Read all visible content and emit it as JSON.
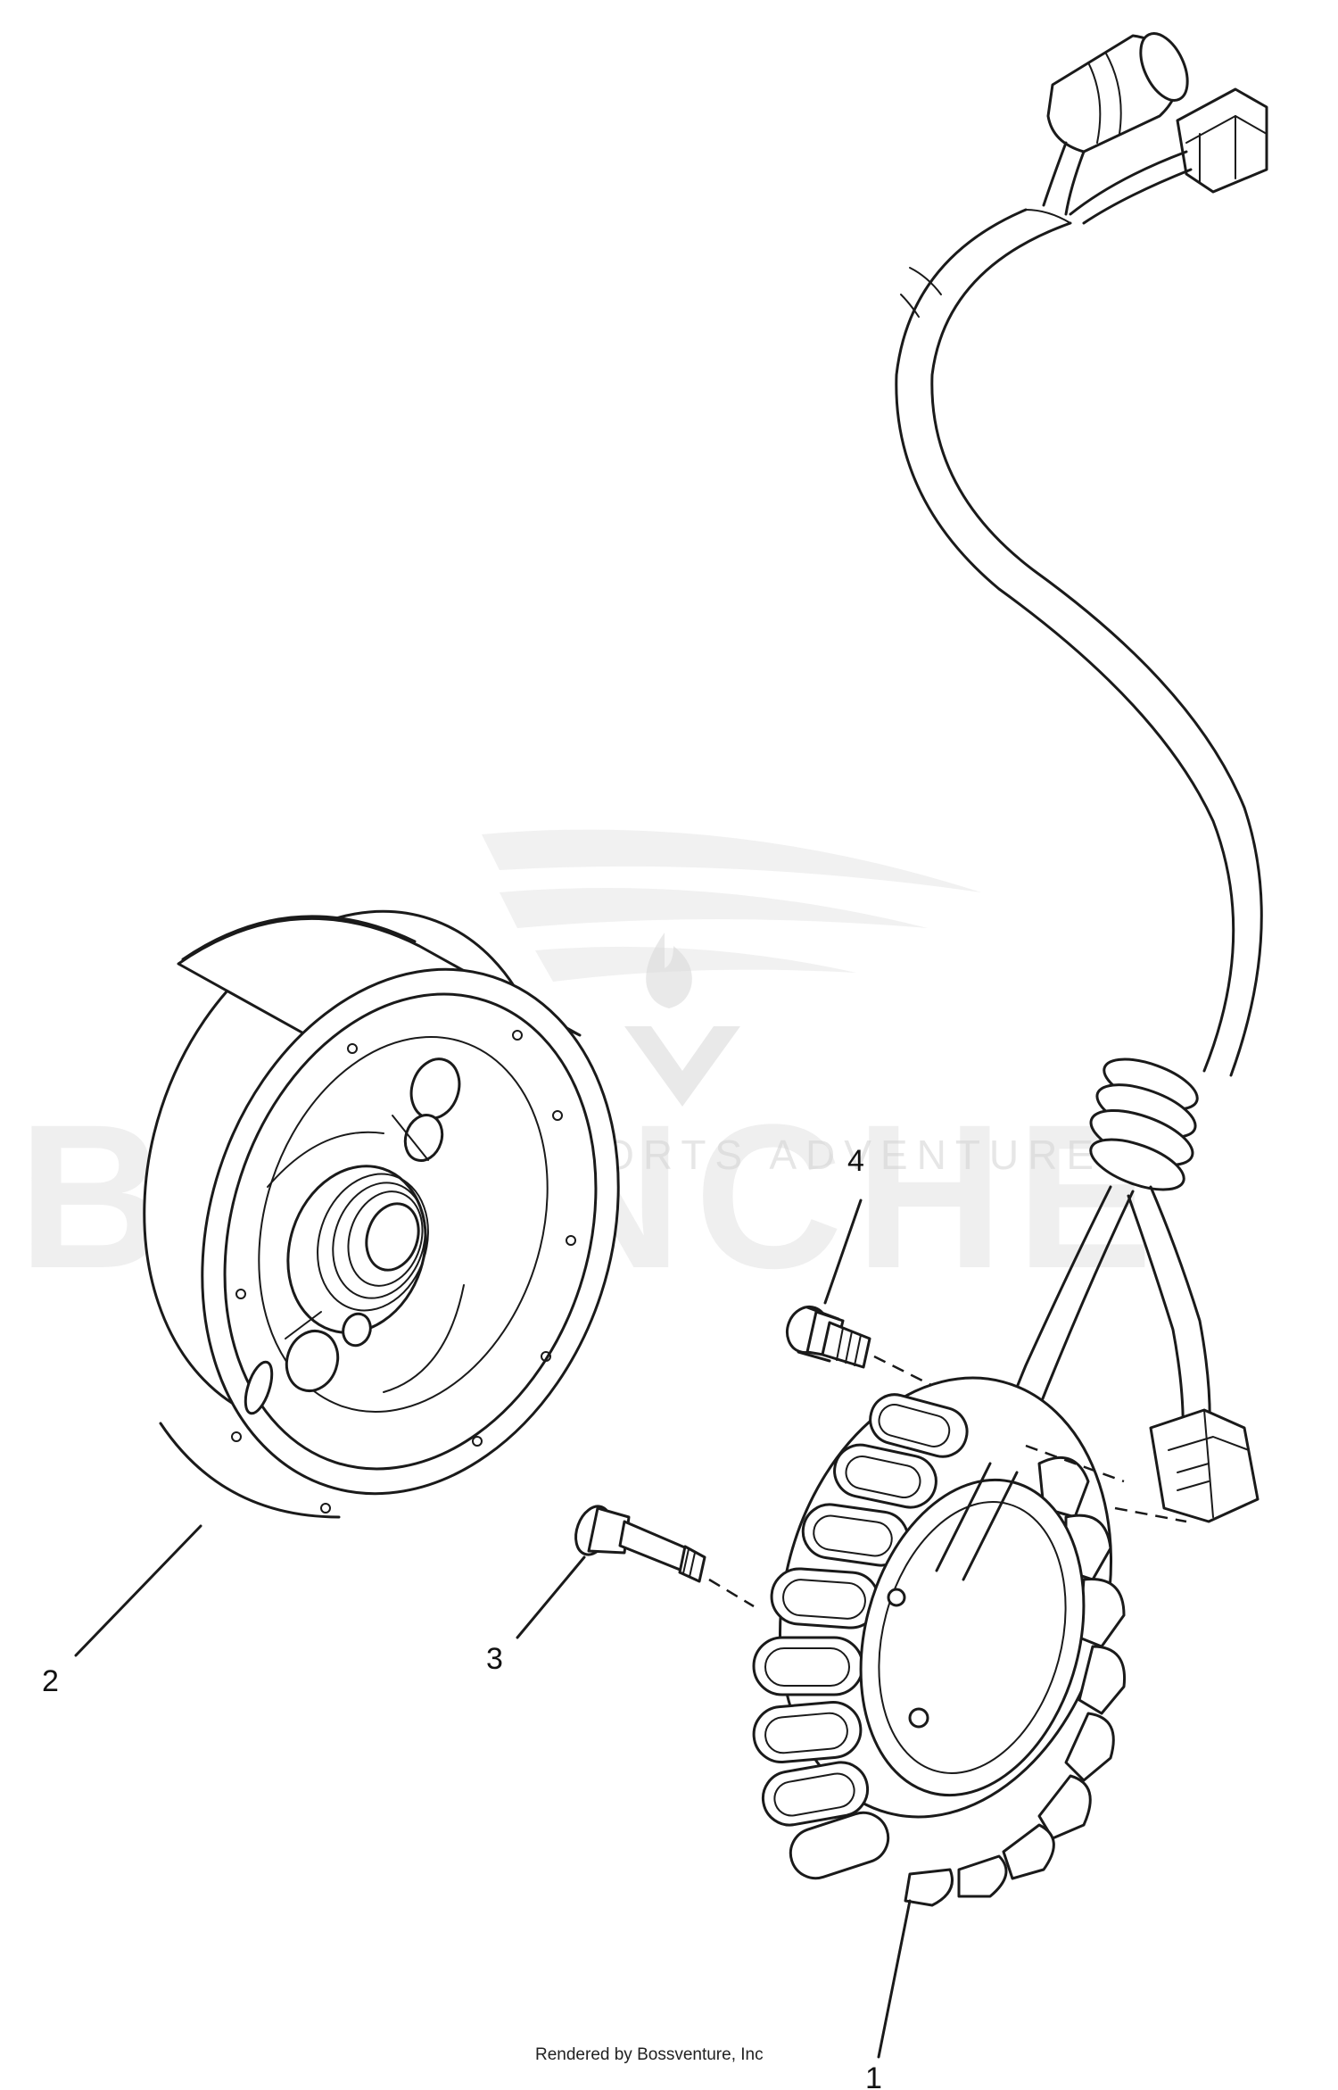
{
  "callouts": [
    {
      "id": "1",
      "label": "1"
    },
    {
      "id": "2",
      "label": "2"
    },
    {
      "id": "3",
      "label": "3"
    },
    {
      "id": "4",
      "label": "4"
    }
  ],
  "watermark": {
    "brand": "BOMNCHE",
    "sub": "POWERSPORTS ADVENTURE",
    "colors": {
      "fill": "#dcdcdc"
    }
  },
  "credit": "Rendered by Bossventure, Inc",
  "colors": {
    "line": "#1a1a1a",
    "background": "#ffffff"
  }
}
